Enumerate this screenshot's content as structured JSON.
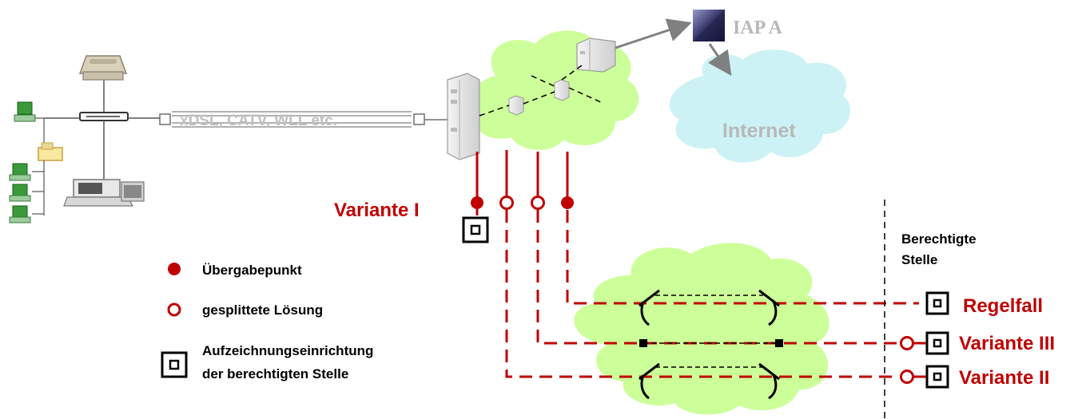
{
  "network": {
    "access_label": "xDSL, CATV, WLL etc.",
    "iap_label": "IAP A",
    "internet_label": "Internet"
  },
  "variants": {
    "v1": "Variante I",
    "v2": "Variante II",
    "v3": "Variante III",
    "regelfall": "Regelfall"
  },
  "authority": {
    "line1": "Berechtigte",
    "line2": "Stelle"
  },
  "legend": {
    "handover": "Übergabepunkt",
    "split": "gesplittete Lösung",
    "recorder_line1": "Aufzeichnungseinrichtung",
    "recorder_line2": "der berechtigten Stelle"
  },
  "colors": {
    "red": "#c00000",
    "cloud_green": "#ccff99",
    "cloud_blue": "#ccf2f5",
    "grey_text": "#c0c0c0",
    "black": "#000000"
  }
}
